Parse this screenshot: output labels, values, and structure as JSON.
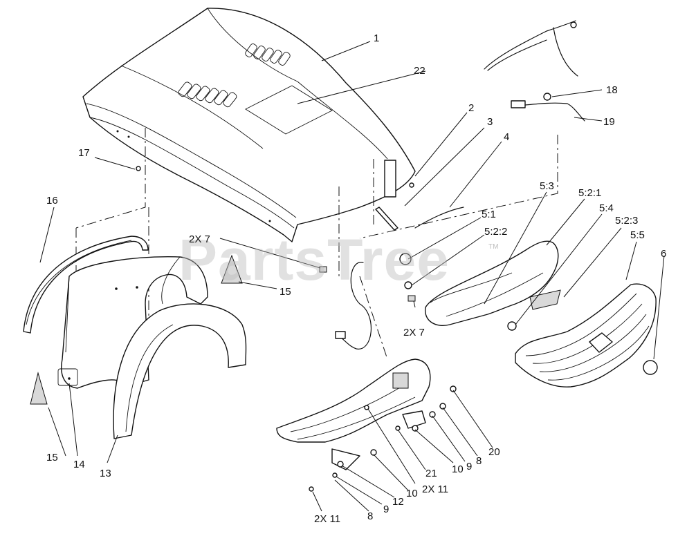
{
  "watermark": {
    "text": "PartsTree",
    "mark": "TM"
  },
  "callouts": {
    "c1": "1",
    "c22": "22",
    "c2": "2",
    "c3": "3",
    "c4": "4",
    "c17": "17",
    "c18": "18",
    "c19": "19",
    "c16": "16",
    "c2x7a": "2X 7",
    "c15a": "15",
    "c2x7b": "2X 7",
    "c15b": "15",
    "c14": "14",
    "c13": "13",
    "c5_1": "5:1",
    "c5_2_2": "5:2:2",
    "c5_3": "5:3",
    "c5_2_1": "5:2:1",
    "c5_4": "5:4",
    "c5_2_3": "5:2:3",
    "c5_5": "5:5",
    "c6": "6",
    "c20": "20",
    "c8a": "8",
    "c9a": "9",
    "c10a": "10",
    "c21": "21",
    "c2x11a": "2X 11",
    "c10b": "10",
    "c12": "12",
    "c9b": "9",
    "c8b": "8",
    "c2x11b": "2X 11"
  }
}
